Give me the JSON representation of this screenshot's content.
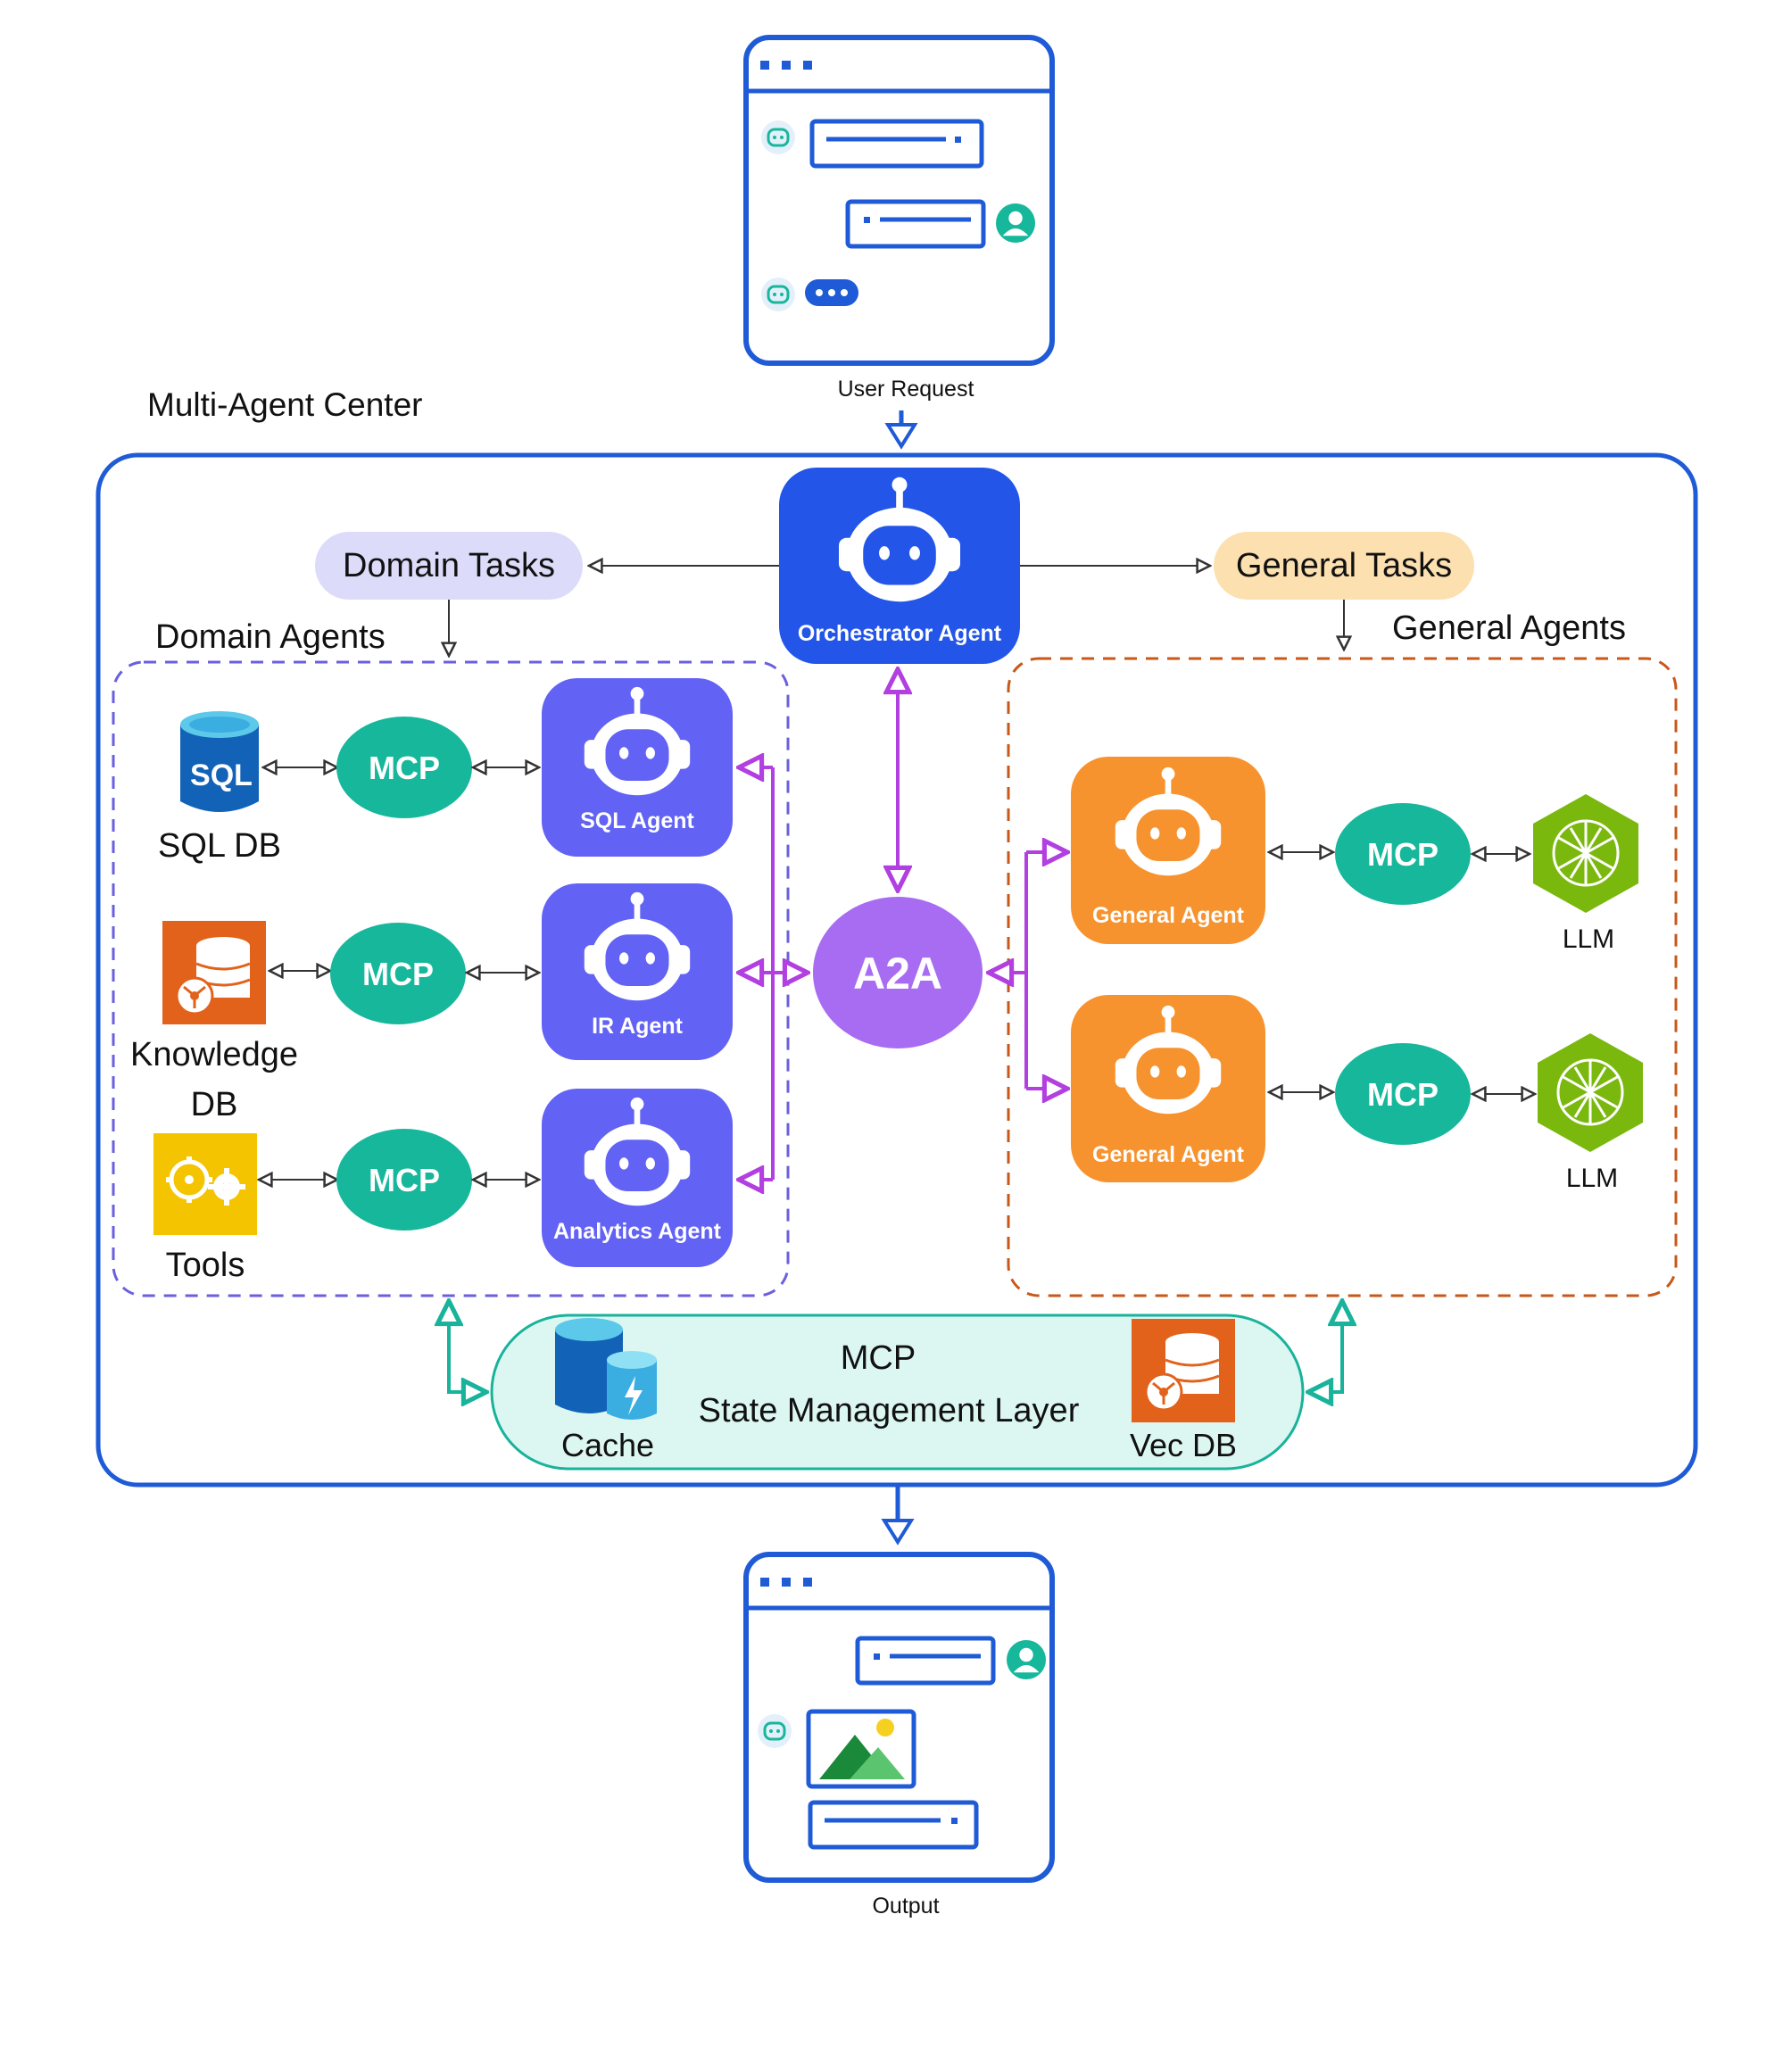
{
  "user_request": {
    "label": "User Request"
  },
  "output": {
    "label": "Output"
  },
  "center": {
    "title": "Multi-Agent Center"
  },
  "tasks": {
    "domain": "Domain Tasks",
    "general": "General Tasks"
  },
  "groups": {
    "domain_agents": "Domain Agents",
    "general_agents": "General Agents"
  },
  "orchestrator": {
    "label": "Orchestrator Agent"
  },
  "a2a": {
    "label": "A2A"
  },
  "domain_agents": [
    {
      "agent": "SQL Agent",
      "mcp": "MCP",
      "resource": "SQL DB",
      "icon_text": "SQL",
      "icon": "sql-database-icon"
    },
    {
      "agent": "IR Agent",
      "mcp": "MCP",
      "resource_line1": "Knowledge",
      "resource_line2": "DB",
      "icon": "knowledge-db-icon"
    },
    {
      "agent": "Analytics Agent",
      "mcp": "MCP",
      "resource": "Tools",
      "icon": "tools-icon"
    }
  ],
  "general_agents": [
    {
      "agent": "General Agent",
      "mcp": "MCP",
      "resource": "LLM",
      "icon": "llm-icon"
    },
    {
      "agent": "General Agent",
      "mcp": "MCP",
      "resource": "LLM",
      "icon": "llm-icon"
    }
  ],
  "state_layer": {
    "line1": "MCP",
    "line2": "State Management Layer",
    "cache": "Cache",
    "vecdb": "Vec DB"
  },
  "colors": {
    "frame_blue": "#1f5bd6",
    "orchestrator": "#2356e8",
    "domain_agent": "#6262f5",
    "general_agent": "#f7932e",
    "mcp": "#17b79c",
    "a2a": "#a86cf2",
    "purple_link": "#b23fe0",
    "teal_link": "#18b39a",
    "state_fill": "#dcf7f2",
    "domain_tasks_fill": "#dcdcfa",
    "general_tasks_fill": "#fde0b0",
    "domain_border": "#6a5fe0",
    "general_border": "#c8581a"
  }
}
